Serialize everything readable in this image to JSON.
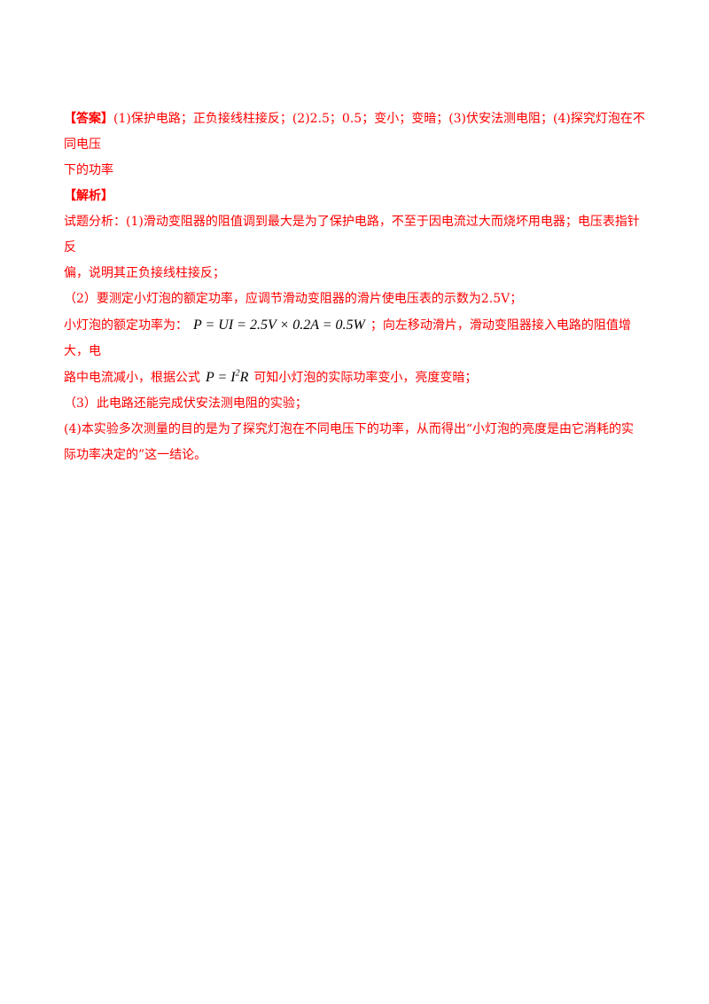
{
  "answer": {
    "label": "【答案】",
    "text_line1": "(1)保护电路；正负接线柱接反；(2)2.5；0.5；变小；变暗；(3)伏安法测电阻；(4)探究灯泡在不同电压",
    "text_line2": "下的功率"
  },
  "analysis": {
    "label": "【解析】",
    "p1_line1": "试题分析：(1)滑动变阻器的阻值调到最大是为了保护电路，不至于因电流过大而烧坏用电器；电压表指针反",
    "p1_line2": "偏，说明其正负接线柱接反；",
    "p2": "（2）要测定小灯泡的额定功率，应调节滑动变阻器的滑片使电压表的示数为2.5V；",
    "p3_prefix": "小灯泡的额定功率为：",
    "p3_formula": "P = UI = 2.5V × 0.2A = 0.5W",
    "p3_suffix": "；向左移动滑片，滑动变阻器接入电路的阻值增大，电",
    "p4_prefix": "路中电流减小，根据公式",
    "p4_formula_base": "P = I",
    "p4_formula_exp": "2",
    "p4_formula_tail": "R",
    "p4_suffix": "可知小灯泡的实际功率变小，亮度变暗；",
    "p5": "（3）此电路还能完成伏安法测电阻的实验；",
    "p6_line1": "(4)本实验多次测量的目的是为了探究灯泡在不同电压下的功率，从而得出“小灯泡的亮度是由它消耗的实",
    "p6_line2": "际功率决定的”这一结论。"
  }
}
